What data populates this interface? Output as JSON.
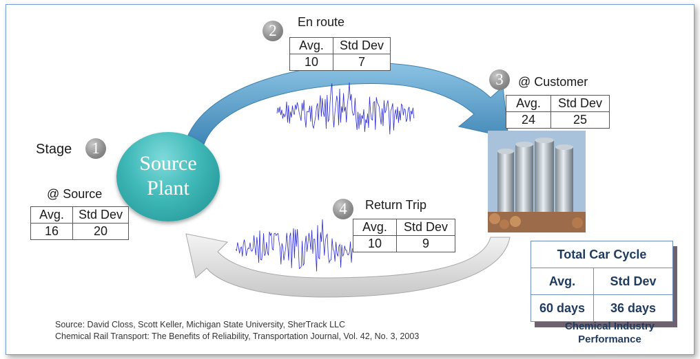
{
  "stage_label": "Stage",
  "stages": [
    {
      "number": "1",
      "location": "@ Source",
      "avg": "16",
      "std": "20"
    },
    {
      "number": "2",
      "location": "En route",
      "avg": "10",
      "std": "7"
    },
    {
      "number": "3",
      "location": "@ Customer",
      "avg": "24",
      "std": "25"
    },
    {
      "number": "4",
      "location": "Return Trip",
      "avg": "10",
      "std": "9"
    }
  ],
  "table_headers": {
    "avg": "Avg.",
    "std": "Std Dev"
  },
  "source_plant": {
    "line1": "Source",
    "line2": "Plant"
  },
  "total": {
    "title": "Total Car Cycle",
    "avg_header": "Avg.",
    "std_header": "Std Dev",
    "avg": "60 days",
    "std": "36 days"
  },
  "performance_caption": {
    "line1": "Chemical Industry",
    "line2": "Performance"
  },
  "citation": {
    "line1": "Source:  David Closs, Scott Keller, Michigan State University,  SherTrack LLC",
    "line2": "Chemical Rail Transport: The Benefits of Reliability,  Transportation Journal, Vol. 42, No. 3, 2003"
  },
  "colors": {
    "arrow_blue": "#5a9cc8",
    "return_arrow": "#d9d9d9",
    "source_plant": "#3fb8b8",
    "noise": "#2a2ad0",
    "frame": "#6f9fd3"
  }
}
